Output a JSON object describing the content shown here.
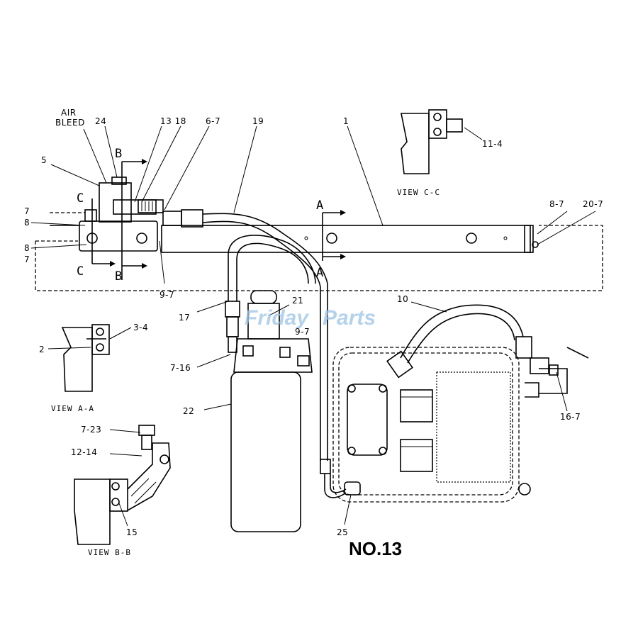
{
  "watermark": {
    "brand_a": "Friday",
    "brand_b": "Parts"
  },
  "title": "NO.13",
  "views": {
    "a": "VIEW A-A",
    "b": "VIEW B-B",
    "c": "VIEW C-C"
  },
  "section_letters": {
    "a": "A",
    "b": "B",
    "c": "C"
  },
  "callouts": {
    "air": "AIR",
    "bleed": "BLEED",
    "p24": "24",
    "p13_18": "13 18",
    "p6_7": "6-7",
    "p19": "19",
    "p1": "1",
    "p11_4": "11-4",
    "p5": "5",
    "p7a": "7",
    "p8a": "8",
    "p8b": "8",
    "p7b": "7",
    "p8_7": "8-7",
    "p20_7": "20-7",
    "p9_7a": "9-7",
    "p17": "17",
    "p21": "21",
    "p9_7b": "9-7",
    "p10": "10",
    "p3_4": "3-4",
    "p2": "2",
    "p7_16": "7-16",
    "p22": "22",
    "p16_7": "16-7",
    "p7_23": "7-23",
    "p12_14": "12-14",
    "p15": "15",
    "p25": "25"
  }
}
